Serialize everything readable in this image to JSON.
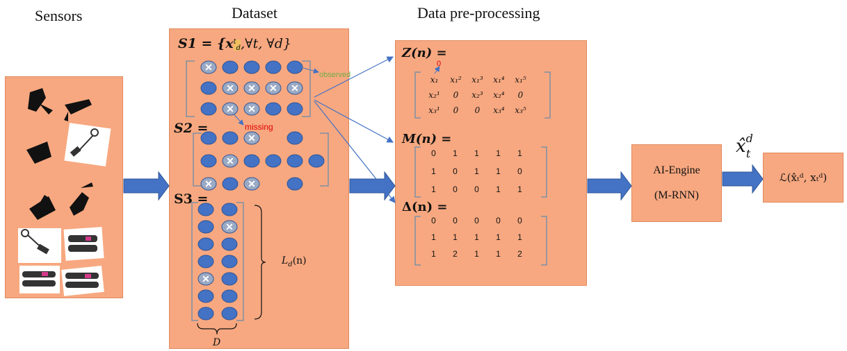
{
  "titles": {
    "sensors": "Sensors",
    "dataset": "Dataset",
    "preprocessing": "Data pre-processing"
  },
  "dataset": {
    "s1_label": "S1 = {x",
    "s1_sup": "t",
    "s1_sub": "d",
    "s1_rest": ",∀t, ∀d}",
    "s2_label": "S2 =",
    "s3_label": "S3 =",
    "observed_note": "observed",
    "missing_note": "missing",
    "ld_label": "L",
    "ld_sub": "d",
    "ld_rest": "(n)",
    "d_label": "D",
    "s1_grid": [
      [
        1,
        0,
        0,
        0,
        0
      ],
      [
        0,
        1,
        1,
        1,
        1
      ],
      [
        0,
        1,
        1,
        0,
        0
      ]
    ],
    "s2_grid": [
      [
        0,
        0,
        1,
        -1,
        0
      ],
      [
        0,
        1,
        0,
        0,
        0,
        0
      ],
      [
        1,
        0,
        1,
        -1,
        0
      ]
    ],
    "s3_grid": [
      [
        0,
        0
      ],
      [
        0,
        1
      ],
      [
        0,
        0
      ],
      [
        0,
        0
      ],
      [
        1,
        0
      ],
      [
        0,
        0
      ],
      [
        0,
        0
      ]
    ]
  },
  "preprocessing": {
    "z_label": "Z(n) =",
    "z_marker": "0",
    "m_label": "M(n) =",
    "delta_label": "Δ(n) =",
    "z_matrix": [
      [
        "x₁",
        "x₁²",
        "x₁³",
        "x₁⁴",
        "x₁⁵"
      ],
      [
        "x₂¹",
        "0",
        "x₂³",
        "x₂⁴",
        "0"
      ],
      [
        "x₃¹",
        "0",
        "0",
        "x₃⁴",
        "x₃⁵"
      ]
    ],
    "m_matrix": [
      [
        "0",
        "1",
        "1",
        "1",
        "1"
      ],
      [
        "1",
        "0",
        "1",
        "1",
        "0"
      ],
      [
        "1",
        "0",
        "0",
        "1",
        "1"
      ]
    ],
    "delta_matrix": [
      [
        "0",
        "0",
        "0",
        "0",
        "0"
      ],
      [
        "1",
        "1",
        "1",
        "1",
        "1"
      ],
      [
        "1",
        "2",
        "1",
        "1",
        "2"
      ]
    ]
  },
  "engine": {
    "name": "AI-Engine",
    "model": "(M-RNN)"
  },
  "output": {
    "estimate": "x̂",
    "estimate_sup": "d",
    "estimate_sub": "t",
    "loss": "ℒ(x̂ₜᵈ, xₜᵈ)"
  },
  "colors": {
    "panel": "#f7a880",
    "panel_border": "#e08a5c",
    "node": "#4472c4",
    "arrow": "#4472c4",
    "observed_text": "#70ad47",
    "missing_text": "#e00000"
  }
}
